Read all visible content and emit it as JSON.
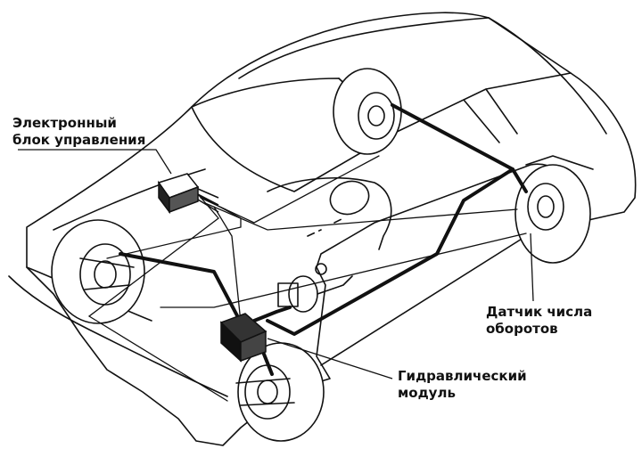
{
  "labels": {
    "ecu": {
      "line1": "Электронный",
      "line2": "блок управления"
    },
    "speed_sensor": {
      "line1": "Датчик числа",
      "line2": "оборотов"
    },
    "hydraulic_module": {
      "line1": "Гидравлический",
      "line2": "модуль"
    }
  },
  "colors": {
    "line": "#111111",
    "background": "#ffffff"
  }
}
